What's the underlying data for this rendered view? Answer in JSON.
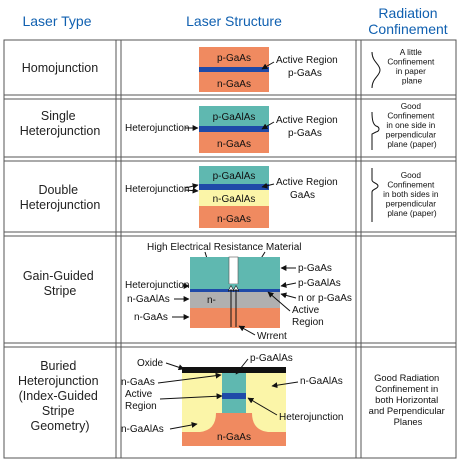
{
  "headers": {
    "type": "Laser Type",
    "structure": "Laser Structure",
    "radiation_1": "Radiation",
    "radiation_2": "Confinement"
  },
  "rows": [
    {
      "type_lines": [
        "Homojunction"
      ],
      "inside": [
        "p-GaAs",
        "n-GaAs"
      ],
      "callouts": [
        "Active Region",
        "p-GaAs"
      ],
      "radiation_lines": [
        "A little",
        "Confinement",
        "in paper",
        "plane"
      ]
    },
    {
      "type_lines": [
        "Single",
        "Heterojunction"
      ],
      "inside": [
        "p-GaAlAs",
        "n-GaAs"
      ],
      "callouts": [
        "Heterojunction",
        "Active Region",
        "p-GaAs"
      ],
      "radiation_lines": [
        "Good",
        "Confinement",
        "in one side in",
        "perpendicular",
        "plane (paper)"
      ]
    },
    {
      "type_lines": [
        "Double",
        "Heterojunction"
      ],
      "inside": [
        "p-GaAlAs",
        "n-GaAlAs",
        "n-GaAs"
      ],
      "callouts": [
        "Heterojunction",
        "Active Region",
        "GaAs"
      ],
      "radiation_lines": [
        "Good",
        "Confinement",
        "in both sides in",
        "perpendicular",
        "plane (paper)"
      ]
    },
    {
      "type_lines": [
        "Gain-Guided",
        "Stripe"
      ],
      "inside": [
        "n-"
      ],
      "callouts": [
        "High Electrical Resistance Material",
        "Heterojunction",
        "n-GaAlAs",
        "n-GaAs",
        "p-GaAs",
        "p-GaAlAs",
        "n or p-GaAs",
        "Active",
        "Region",
        "Wrrent"
      ],
      "radiation_lines": []
    },
    {
      "type_lines": [
        "Buried",
        "Heterojunction",
        "(Index-Guided",
        "Stripe",
        "Geometry)"
      ],
      "inside": [
        "n-GaAs"
      ],
      "callouts": [
        "Oxide",
        "p-GaAlAs",
        "n-GaAs",
        "Active",
        "Region",
        "n-GaAlAs",
        "Heterojunction",
        "n-GaAlAs"
      ],
      "radiation_lines": [
        "Good Radiation",
        "Confinement in",
        "both Horizontal",
        "and Perpendicular",
        "Planes"
      ]
    }
  ],
  "colors": {
    "header_text": "#1060b0",
    "gaas": "#f08a60",
    "gaalas_p": "#5fb8b0",
    "gaalas_n": "#fbf5a8",
    "active": "#1f4aa8",
    "gray_layer": "#b0b0b0",
    "oxide": "#111111"
  }
}
